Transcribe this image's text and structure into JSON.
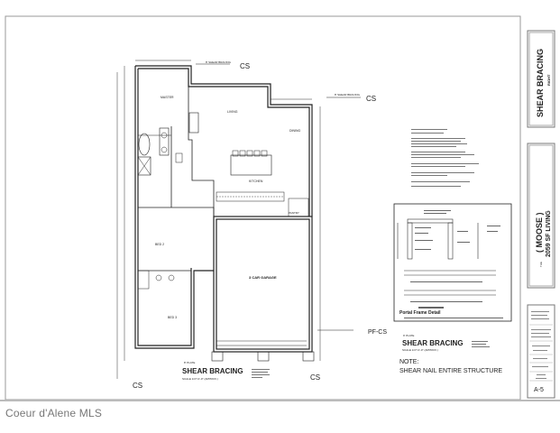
{
  "sheet": {
    "rooms": {
      "master": "MASTER",
      "living": "LIVING",
      "dining": "DINING",
      "kitchen": "KITCHEN",
      "pantry": "PANTRY",
      "bed2": "BED 2",
      "bed3": "BED 3",
      "garage": "3 CAR GARAGE"
    },
    "markers": {
      "cs": "CS",
      "pf_cs": "PF-CS",
      "shear_bracing_callout": "8' SHEAR BRACING"
    },
    "main_title": {
      "plate": "8' PLATE",
      "title": "SHEAR BRACING",
      "scale": "SCALE 1/4\"=1'-0\" (APPROX.)"
    },
    "second_title": {
      "plate": "9' PLATE",
      "title": "SHEAR BRACING",
      "scale": "SCALE 1/4\"=1'-0\" (APPROX.)"
    },
    "note": {
      "label": "NOTE:",
      "text": "SHEAR NAIL ENTIRE STRUCTURE"
    },
    "portal_frame": {
      "title": "Portal Frame Detail"
    }
  },
  "title_block": {
    "sheet_name": "SHEAR BRACING",
    "side": "RIGHT",
    "plan_prefix": "THE",
    "plan_name": "( MOOSE )",
    "living_area": "2059 SF LIVING",
    "sheet_number": "A-5"
  },
  "watermark": "Coeur d'Alene MLS"
}
